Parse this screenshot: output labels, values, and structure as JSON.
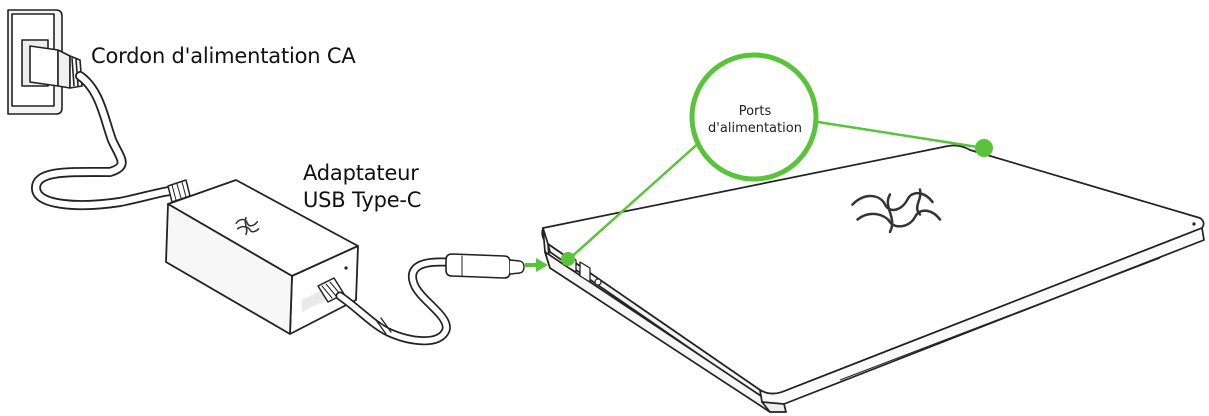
{
  "labels": {
    "power_cord": "Cordon d'alimentation CA",
    "adapter_line1": "Adaptateur",
    "adapter_line2": "USB Type-C",
    "ports_line1": "Ports",
    "ports_line2": "d'alimentation"
  },
  "colors": {
    "accent": "#59c339",
    "outline": "#222222",
    "device_fill": "#ffffff",
    "shade": "#e9e9e9"
  },
  "icons": {
    "brand_logo": "razer-snake-logo",
    "direction": "arrow-right"
  }
}
